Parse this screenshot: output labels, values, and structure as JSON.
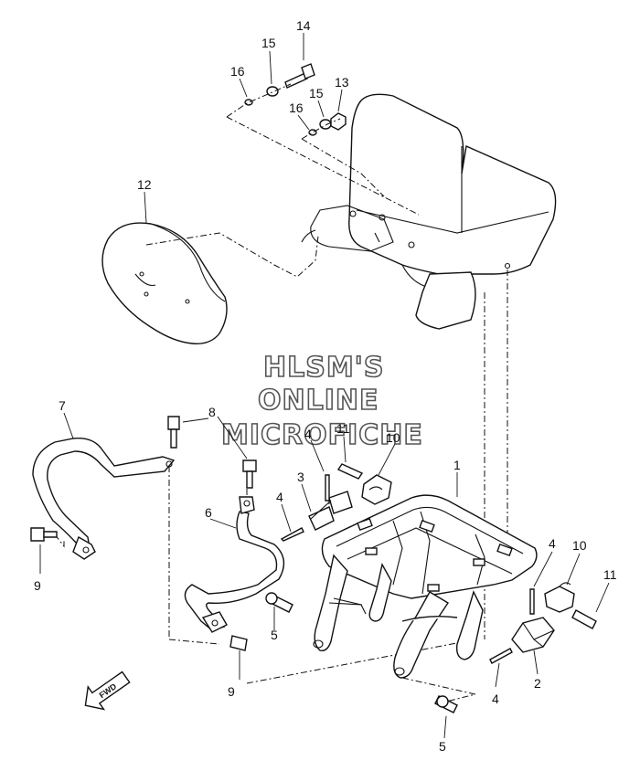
{
  "watermark": {
    "line1": "HLSM'S",
    "line2": "ONLINE",
    "line3": "MICROFICHE"
  },
  "fwd_label": "FWD",
  "callouts": {
    "c1": "1",
    "c2": "2",
    "c3": "3",
    "c4a": "4",
    "c4b": "4",
    "c4c": "4",
    "c4d": "4",
    "c5a": "5",
    "c5b": "5",
    "c6": "6",
    "c7": "7",
    "c8": "8",
    "c9a": "9",
    "c9b": "9",
    "c10a": "10",
    "c10b": "10",
    "c11a": "11",
    "c11b": "11",
    "c12": "12",
    "c13": "13",
    "c14": "14",
    "c15a": "15",
    "c15b": "15",
    "c16a": "16",
    "c16b": "16"
  }
}
